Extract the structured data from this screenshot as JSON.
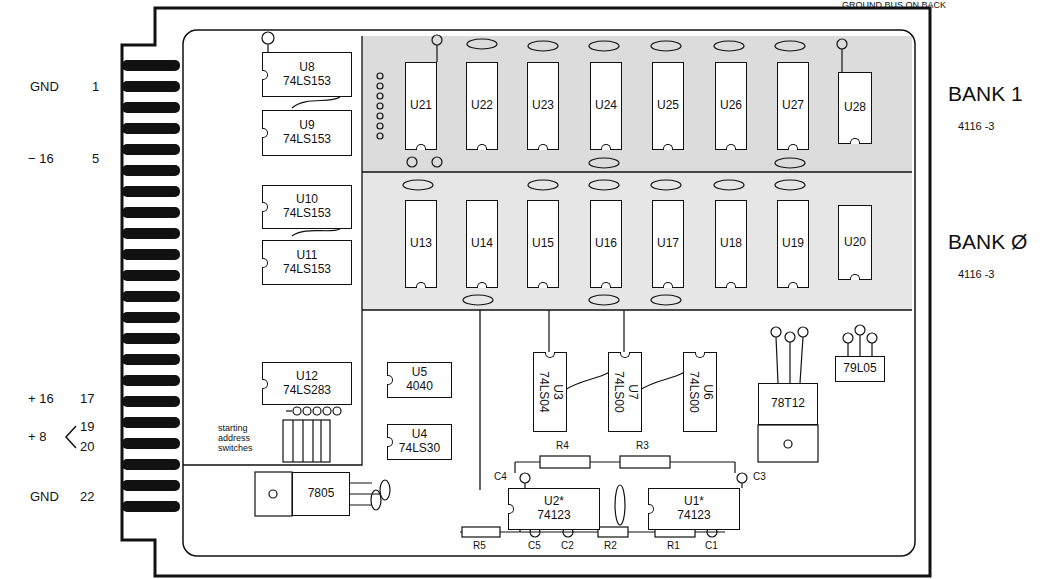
{
  "diagram": {
    "nodes": [
      {
        "text": [
          "U8",
          "74LS153"
        ]
      },
      {
        "text": [
          "U9",
          "74LS153"
        ]
      },
      {
        "text": [
          "U10",
          "74LS153"
        ]
      },
      {
        "text": [
          "U11",
          "74LS153"
        ]
      },
      {
        "text": [
          "U21"
        ]
      },
      {
        "text": [
          "U22"
        ]
      },
      {
        "text": [
          "U23"
        ]
      },
      {
        "text": [
          "U24"
        ]
      },
      {
        "text": [
          "U25"
        ]
      },
      {
        "text": [
          "U26"
        ]
      },
      {
        "text": [
          "U27"
        ]
      },
      {
        "text": [
          "U28"
        ]
      },
      {
        "text": [
          "U13"
        ]
      },
      {
        "text": [
          "U14"
        ]
      },
      {
        "text": [
          "U15"
        ]
      },
      {
        "text": [
          "U16"
        ]
      },
      {
        "text": [
          "U17"
        ]
      },
      {
        "text": [
          "U18"
        ]
      },
      {
        "text": [
          "U19"
        ]
      },
      {
        "text": [
          "U20"
        ]
      },
      {
        "text": [
          "U12",
          "74LS283"
        ]
      },
      {
        "text": [
          "U5",
          "4040"
        ]
      },
      {
        "text": [
          "U4",
          "74LS30"
        ]
      },
      {
        "text": [
          "U3",
          "74LS04"
        ]
      },
      {
        "text": [
          "U7",
          "74LS00"
        ]
      },
      {
        "text": [
          "U6",
          "74LS00"
        ]
      },
      {
        "text": [
          "78T12"
        ]
      },
      {
        "text": [
          "79L05"
        ]
      },
      {
        "text": [
          "7805"
        ]
      },
      {
        "text": [
          "U2*",
          "74123"
        ]
      },
      {
        "text": [
          "U1*",
          "74123"
        ]
      }
    ],
    "labels": [
      "GROUND BUS ON BACK",
      "GND",
      "1",
      "− 16",
      "5",
      "+ 16",
      "17",
      "+ 8",
      "19",
      "20",
      "GND",
      "22",
      "BANK 1",
      "4116 -3",
      "BANK Ø",
      "4116 -3",
      "starting address switches",
      "R4",
      "R3",
      "C4",
      "C3",
      "R5",
      "C5",
      "C2",
      "R2",
      "R1",
      "C1"
    ]
  }
}
